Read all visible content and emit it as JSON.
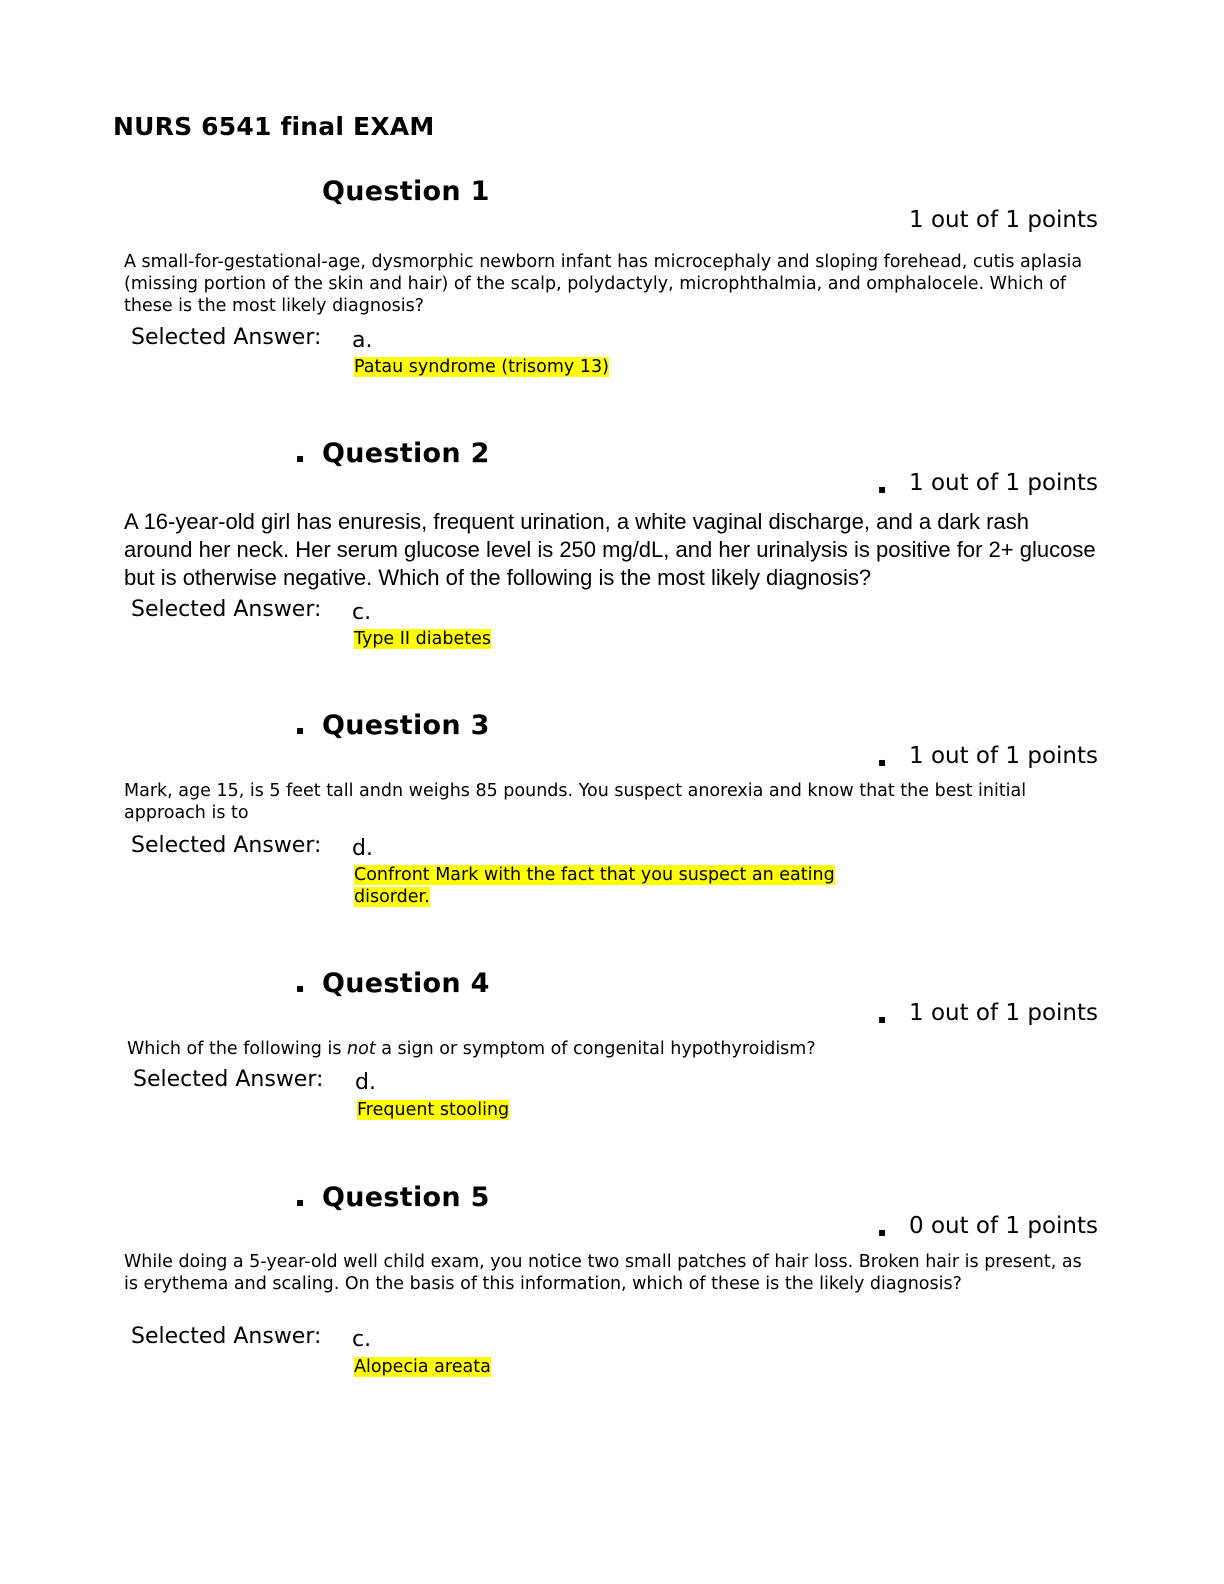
{
  "title": "NURS 6541 final EXAM",
  "bullet": "▪",
  "questions": [
    {
      "heading": "Question 1",
      "score": "1 out of 1 points",
      "text": "A small-for-gestational-age, dysmorphic newborn infant has microcephaly and sloping forehead, cutis aplasia (missing portion of the skin and hair) of the scalp, polydactyly, microphthalmia, and omphalocele. Which of these is the most likely diagnosis?",
      "selected_label": "Selected Answer:",
      "letter": "a.",
      "answer": "Patau syndrome (trisomy 13)"
    },
    {
      "heading": "Question 2",
      "score": "1 out of 1 points",
      "text": "A 16-year-old girl has enuresis, frequent urination, a white vaginal discharge, and a dark rash around her neck. Her serum glucose level is 250 mg/dL, and her urinalysis is positive for 2+ glucose but is otherwise negative. Which of the following is the most likely diagnosis?",
      "selected_label": "Selected Answer:",
      "letter": "c.",
      "answer": "Type II diabetes"
    },
    {
      "heading": "Question 3",
      "score": "1 out of 1 points",
      "text": "Mark, age 15, is 5 feet tall andn weighs 85 pounds. You suspect anorexia and know that the best initial approach is to",
      "selected_label": "Selected Answer:",
      "letter": "d.",
      "answer": "Confront Mark with the fact that you suspect an eating disorder."
    },
    {
      "heading": "Question 4",
      "score": "1 out of 1 points",
      "text_before": "Which of the following is ",
      "text_em": "not",
      "text_after": " a sign or symptom of congenital hypothyroidism?",
      "selected_label": "Selected Answer:",
      "letter": "d.",
      "answer": "Frequent stooling"
    },
    {
      "heading": "Question 5",
      "score": "0 out of 1 points",
      "text": "While doing a 5-year-old well child exam, you notice two small patches of hair loss. Broken hair is present, as is erythema and scaling. On the basis of this information, which of these is the likely diagnosis?",
      "selected_label": "Selected Answer:",
      "letter": "c.",
      "answer": "Alopecia areata"
    }
  ]
}
